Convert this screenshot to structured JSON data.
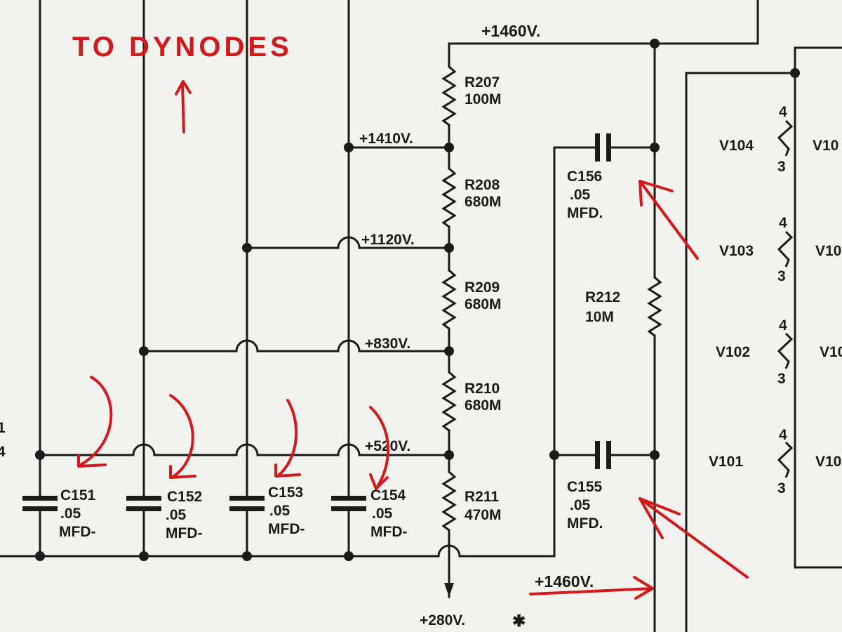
{
  "annotation": {
    "title": "TO DYNODES"
  },
  "voltages": {
    "top": "+1460V.",
    "v1410": "+1410V.",
    "v1120": "+1120V.",
    "v830": "+830V.",
    "v520": "+520V.",
    "bottom_right": "+1460V.",
    "bottom": "+280V.",
    "bottom_mark": "✱"
  },
  "resistors": [
    {
      "ref": "R207",
      "value": "100M"
    },
    {
      "ref": "R208",
      "value": "680M"
    },
    {
      "ref": "R209",
      "value": "680M"
    },
    {
      "ref": "R210",
      "value": "680M"
    },
    {
      "ref": "R211",
      "value": "470M"
    },
    {
      "ref": "R212",
      "value": "10M"
    }
  ],
  "capacitors": [
    {
      "ref": "C151",
      "value": ".05",
      "unit": "MFD-"
    },
    {
      "ref": "C152",
      "value": ".05",
      "unit": "MFD-"
    },
    {
      "ref": "C153",
      "value": ".05",
      "unit": "MFD-"
    },
    {
      "ref": "C154",
      "value": ".05",
      "unit": "MFD-"
    },
    {
      "ref": "C155",
      "value": ".05",
      "unit": "MFD."
    },
    {
      "ref": "C156",
      "value": ".05",
      "unit": "MFD."
    }
  ],
  "heaters": [
    {
      "ref": "V104",
      "pin_top": "4",
      "pin_bottom": "3",
      "right": "V10"
    },
    {
      "ref": "V103",
      "pin_top": "4",
      "pin_bottom": "3",
      "right": "V10"
    },
    {
      "ref": "V102",
      "pin_top": "4",
      "pin_bottom": "3",
      "right": "V10"
    },
    {
      "ref": "V101",
      "pin_top": "4",
      "pin_bottom": "3",
      "right": "V10"
    }
  ],
  "edge_fragments": {
    "left_top": "1",
    "left_bottom": "4"
  }
}
